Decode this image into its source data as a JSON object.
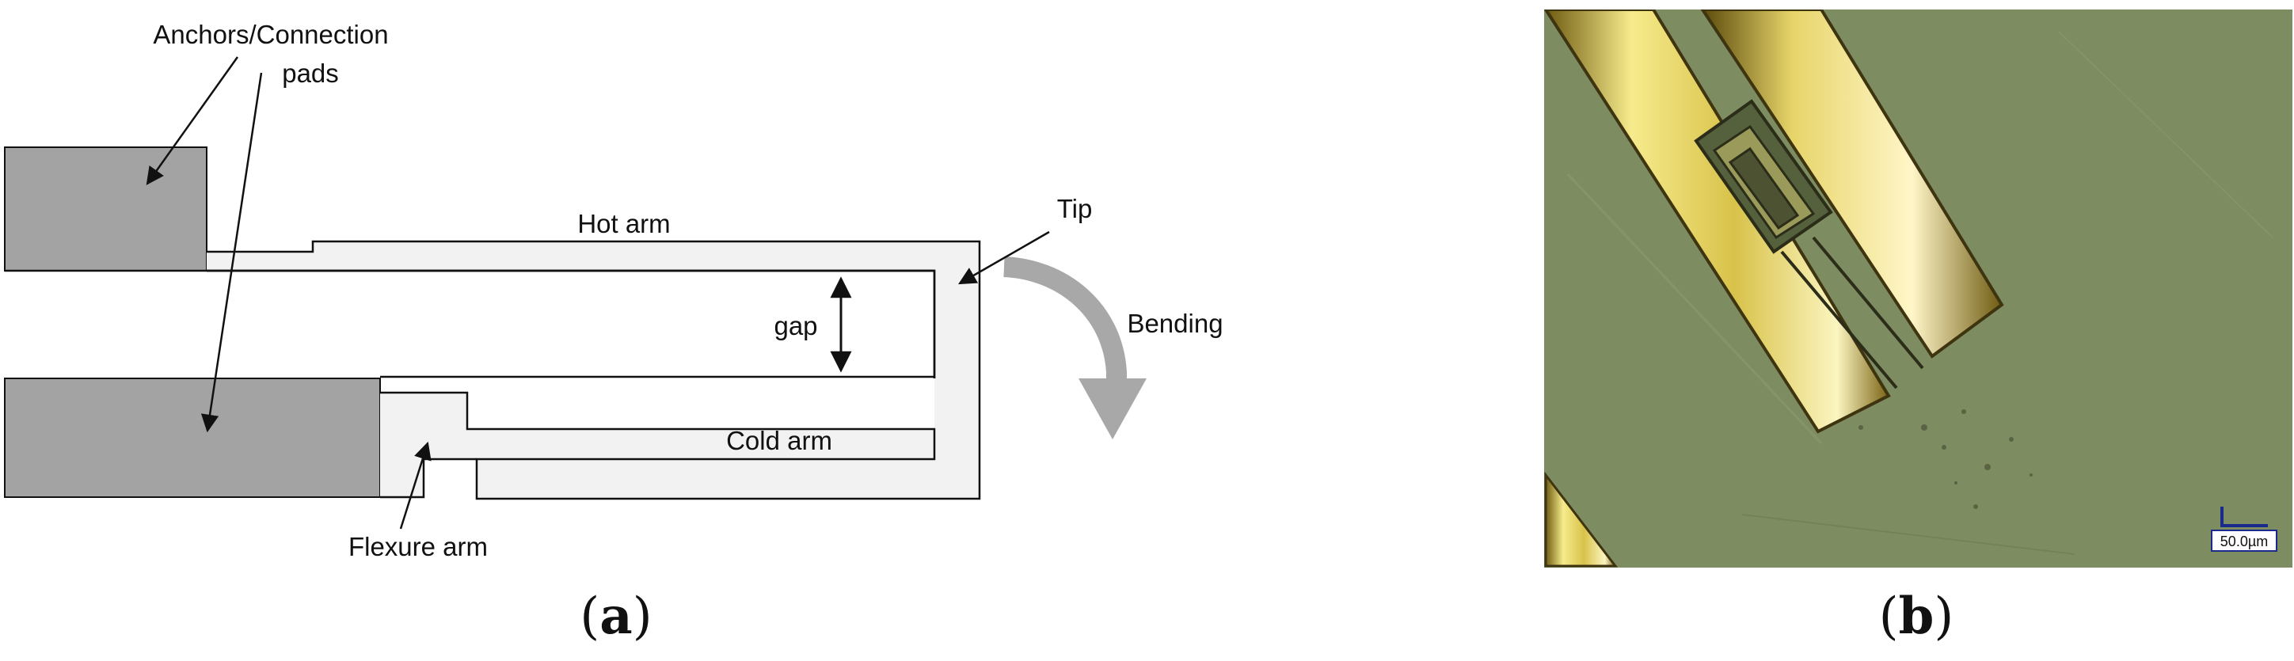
{
  "panel_a": {
    "labels": {
      "anchors_line1": "Anchors/Connection",
      "anchors_line2": "pads",
      "hot_arm": "Hot arm",
      "tip": "Tip",
      "gap": "gap",
      "bending": "Bending",
      "cold_arm": "Cold arm",
      "flexure_arm": "Flexure arm"
    },
    "caption": {
      "open": "(",
      "letter": "a",
      "close": ")"
    }
  },
  "panel_b": {
    "scale_bar_label": "50.0µm",
    "caption": {
      "open": "(",
      "letter": "b",
      "close": ")"
    }
  },
  "colors": {
    "pad_fill": "#a3a3a3",
    "arm_fill": "#f2f2f2",
    "outline": "#111111",
    "bending_arrow": "#a8a8a8",
    "micrograph_background": "#7e8c62",
    "gold_electrode": "#d9c75a",
    "scale_bar": "#1a2a8c"
  }
}
